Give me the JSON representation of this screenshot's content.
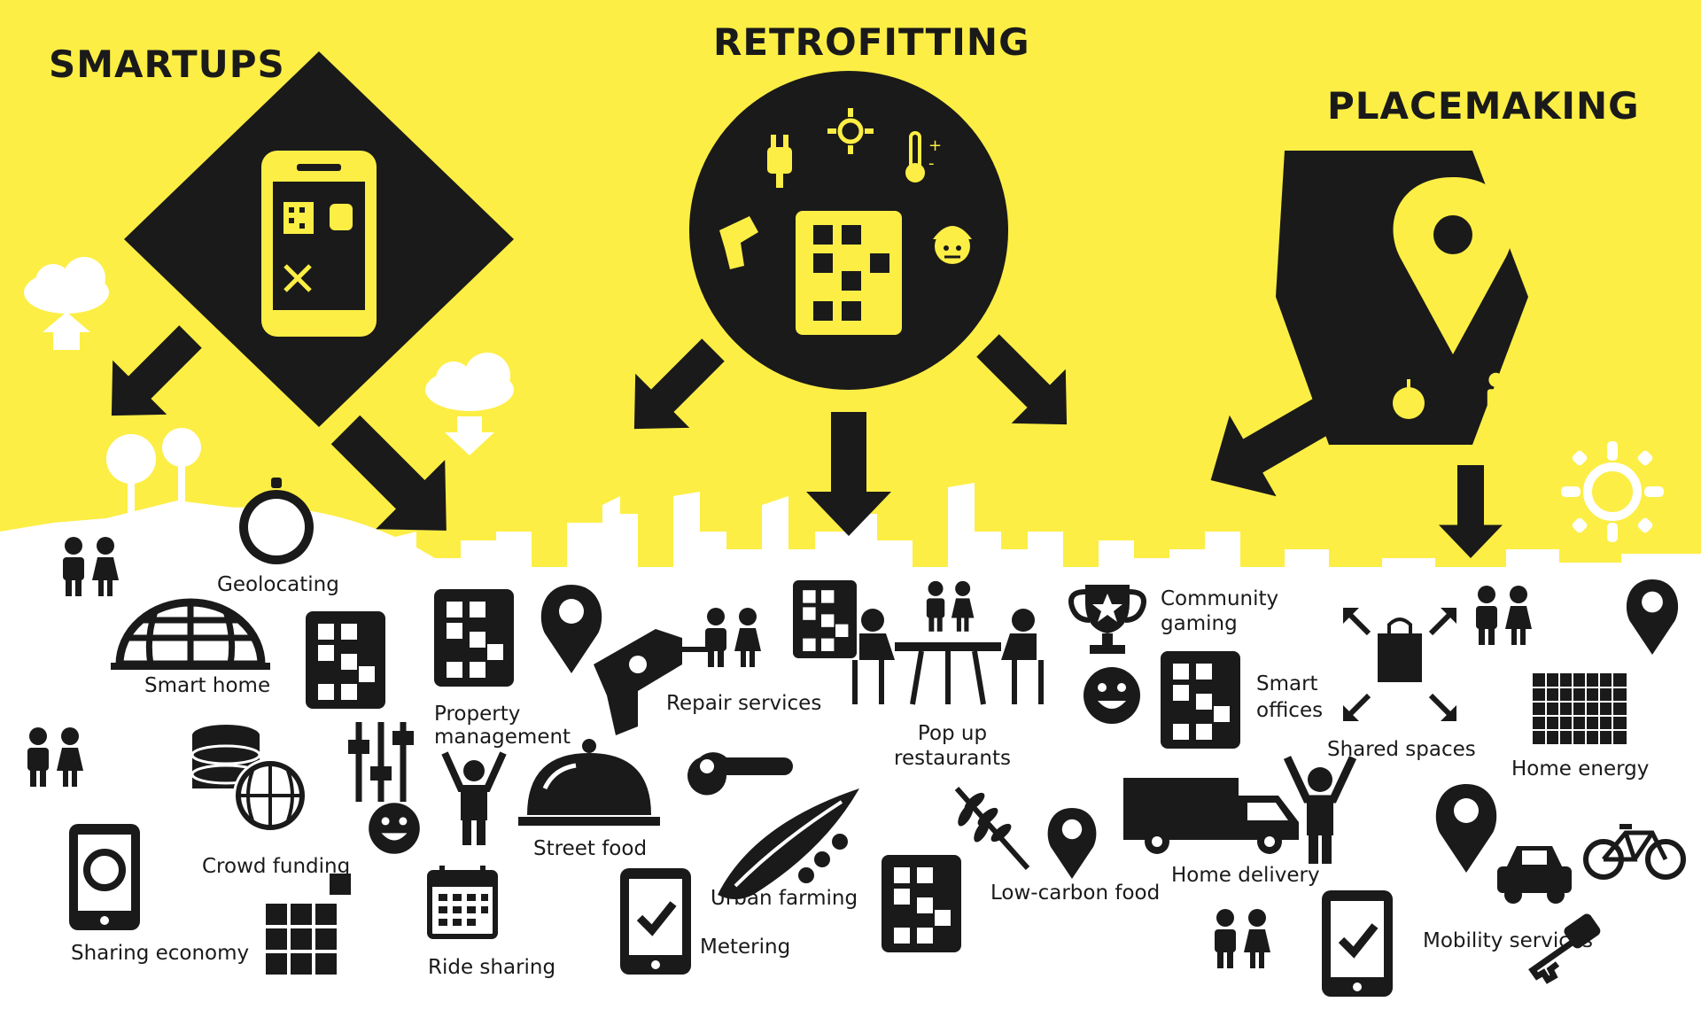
{
  "colors": {
    "background_yellow": "#FCEE45",
    "ink": "#1A1A1A",
    "ground": "#FFFFFF"
  },
  "headings": {
    "smartups": "SMARTUPS",
    "retrofitting": "RETROFITTING",
    "placemaking": "PLACEMAKING"
  },
  "labels": {
    "geolocating": "Geolocating",
    "smart_home": "Smart home",
    "property_management_1": "Property",
    "property_management_2": "management",
    "repair_services": "Repair services",
    "pop_up_restaurants_1": "Pop up",
    "pop_up_restaurants_2": "restaurants",
    "community_gaming_1": "Community",
    "community_gaming_2": "gaming",
    "smart_offices_1": "Smart",
    "smart_offices_2": "offices",
    "shared_spaces": "Shared spaces",
    "home_energy": "Home energy",
    "crowd_funding": "Crowd funding",
    "street_food": "Street food",
    "urban_farming": "Urban farming",
    "low_carbon_food": "Low-carbon food",
    "home_delivery": "Home delivery",
    "sharing_economy": "Sharing economy",
    "ride_sharing": "Ride sharing",
    "metering": "Metering",
    "mobility_services": "Mobility services"
  },
  "icons": [
    "smartphone-icon",
    "cloud-upload-icon",
    "cloud-download-icon",
    "tree-icon",
    "people-icon",
    "compass-icon",
    "dome-icon",
    "building-icon",
    "location-pin-icon",
    "drill-icon",
    "table-dining-icon",
    "trophy-icon",
    "smiley-icon",
    "shopping-bag-icon",
    "solar-panel-icon",
    "tablet-icon",
    "server-globe-icon",
    "sliders-icon",
    "person-cheering-icon",
    "cloche-icon",
    "wrench-icon",
    "peapod-icon",
    "wheat-icon",
    "van-icon",
    "bicycle-icon",
    "car-icon",
    "key-icon",
    "calendar-icon",
    "blocks-icon",
    "checkmark-tablet-icon",
    "sun-icon",
    "plug-icon",
    "thermometer-icon",
    "worker-helmet-icon",
    "apple-icon",
    "arrow-icon"
  ]
}
